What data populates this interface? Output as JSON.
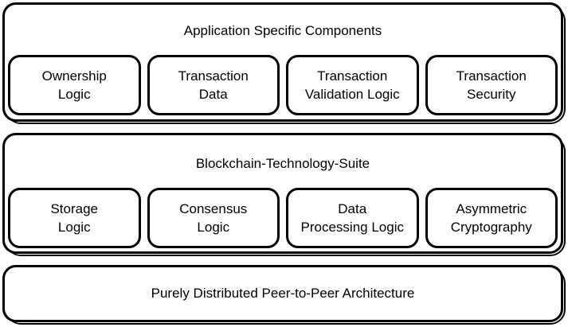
{
  "colors": {
    "background": "#ffffff",
    "border": "#000000",
    "text": "#000000"
  },
  "diagram": {
    "layers": [
      {
        "title": "Application Specific Components",
        "boxes": [
          "Ownership\nLogic",
          "Transaction\nData",
          "Transaction\nValidation Logic",
          "Transaction\nSecurity"
        ]
      },
      {
        "title": "Blockchain-Technology-Suite",
        "boxes": [
          "Storage\nLogic",
          "Consensus\nLogic",
          "Data\nProcessing Logic",
          "Asymmetric\nCryptography"
        ]
      },
      {
        "title": "Purely Distributed Peer-to-Peer Architecture",
        "boxes": []
      }
    ]
  }
}
